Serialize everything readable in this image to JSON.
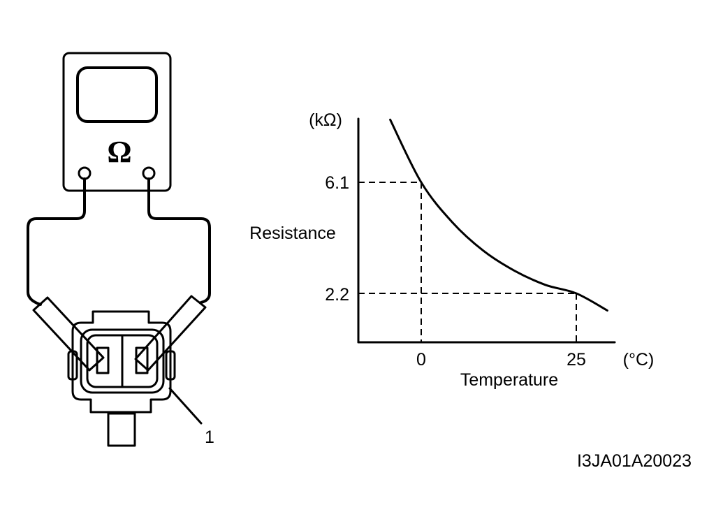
{
  "meter": {
    "symbol": "Ω",
    "icon": "ohmmeter-icon"
  },
  "connector": {
    "callout_number": "1",
    "icon": "sensor-connector-icon"
  },
  "graph": {
    "y_unit": "(kΩ)",
    "x_unit": "(°C)",
    "y_axis_label": "Resistance",
    "x_axis_label": "Temperature",
    "y_tick_labels": [
      "6.1",
      "2.2"
    ],
    "x_tick_labels": [
      "0",
      "25"
    ]
  },
  "chart_data": {
    "type": "line",
    "title": "",
    "xlabel": "Temperature",
    "ylabel": "Resistance",
    "x_unit": "°C",
    "y_unit": "kΩ",
    "grid": false,
    "reference_points": [
      {
        "x": 0,
        "y": 6.1
      },
      {
        "x": 25,
        "y": 2.2
      }
    ],
    "series": [
      {
        "values": [
          {
            "x": -5,
            "y": 8.3
          },
          {
            "x": 0,
            "y": 6.1
          },
          {
            "x": 5,
            "y": 4.7
          },
          {
            "x": 10,
            "y": 3.7
          },
          {
            "x": 15,
            "y": 3.0
          },
          {
            "x": 20,
            "y": 2.5
          },
          {
            "x": 25,
            "y": 2.2
          },
          {
            "x": 30,
            "y": 1.6
          }
        ]
      }
    ]
  },
  "figure_code": "I3JA01A20023"
}
